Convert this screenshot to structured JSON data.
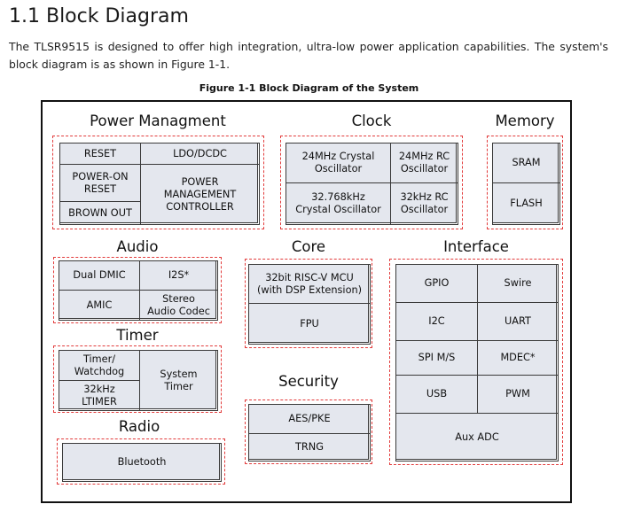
{
  "section": {
    "title": "1.1 Block Diagram",
    "intro": "The TLSR9515 is designed to offer high integration, ultra-low power application capabilities. The system's block diagram is as shown in Figure 1-1."
  },
  "figure": {
    "caption": "Figure 1-1 Block Diagram of the System",
    "power": {
      "title": "Power Managment",
      "reset": "RESET",
      "ldo": "LDO/DCDC",
      "por": "POWER-ON\nRESET",
      "pmc": "POWER\nMANAGEMENT\nCONTROLLER",
      "brownout": "BROWN OUT"
    },
    "clock": {
      "title": "Clock",
      "xtal24": "24MHz Crystal\nOscillator",
      "rc24": "24MHz RC\nOscillator",
      "xtal32": "32.768kHz\nCrystal Oscillator",
      "rc32": "32kHz RC\nOscillator"
    },
    "memory": {
      "title": "Memory",
      "sram": "SRAM",
      "flash": "FLASH"
    },
    "audio": {
      "title": "Audio",
      "dmic": "Dual DMIC",
      "i2s": "I2S*",
      "amic": "AMIC",
      "codec": "Stereo\nAudio Codec"
    },
    "core": {
      "title": "Core",
      "mcu": "32bit RISC-V MCU\n(with DSP Extension)",
      "fpu": "FPU"
    },
    "interface": {
      "title": "Interface",
      "gpio": "GPIO",
      "swire": "Swire",
      "i2c": "I2C",
      "uart": "UART",
      "spi": "SPI M/S",
      "mdec": "MDEC*",
      "usb": "USB",
      "pwm": "PWM",
      "adc": "Aux ADC"
    },
    "timer": {
      "title": "Timer",
      "watchdog": "Timer/\nWatchdog",
      "ltimer": "32kHz\nLTIMER",
      "system": "System\nTimer"
    },
    "security": {
      "title": "Security",
      "aes": "AES/PKE",
      "trng": "TRNG"
    },
    "radio": {
      "title": "Radio",
      "bluetooth": "Bluetooth"
    }
  }
}
